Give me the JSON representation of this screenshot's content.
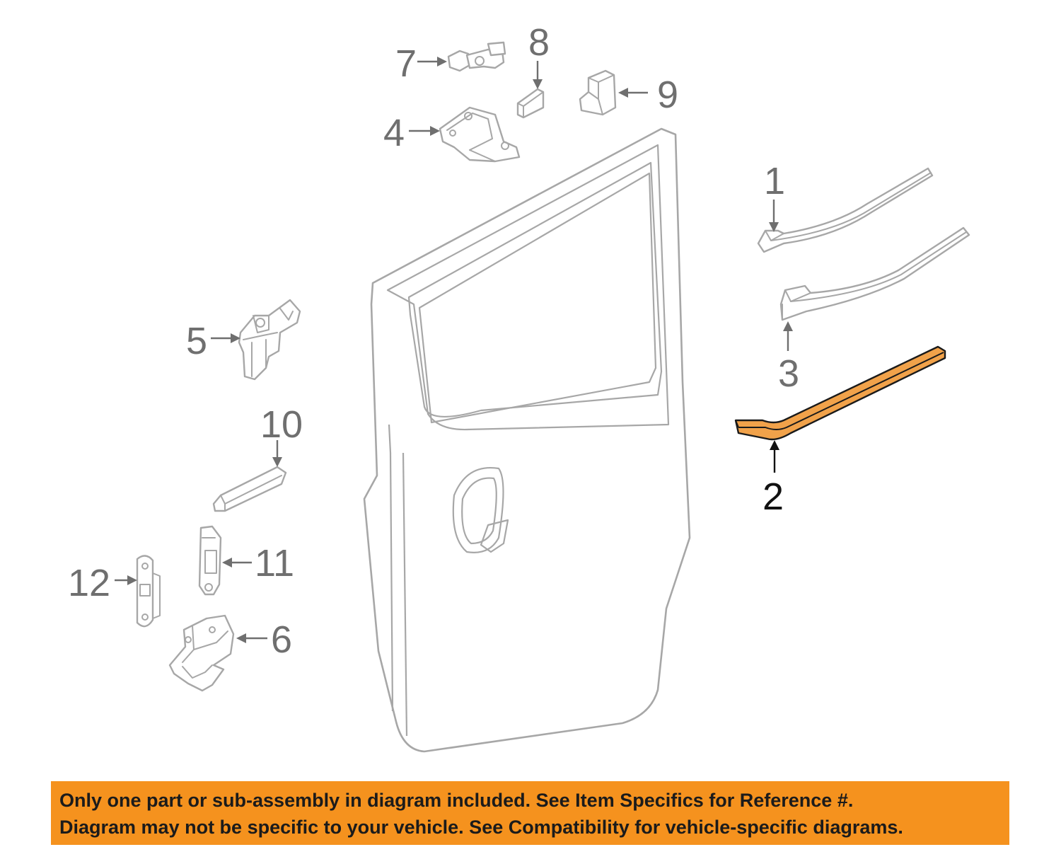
{
  "callouts": {
    "c1": "1",
    "c2": "2",
    "c3": "3",
    "c4": "4",
    "c5": "5",
    "c6": "6",
    "c7": "7",
    "c8": "8",
    "c9": "9",
    "c10": "10",
    "c11": "11",
    "c12": "12"
  },
  "notice": {
    "line1": "Only one part or sub-assembly in diagram included. See Item Specifics for Reference #.",
    "line2": "Diagram may not be specific to your vehicle. See Compatibility for vehicle-specific diagrams."
  },
  "colors": {
    "highlight_part": "#f1a24a",
    "banner": "#f5921e",
    "outline": "#a7a7a7"
  }
}
